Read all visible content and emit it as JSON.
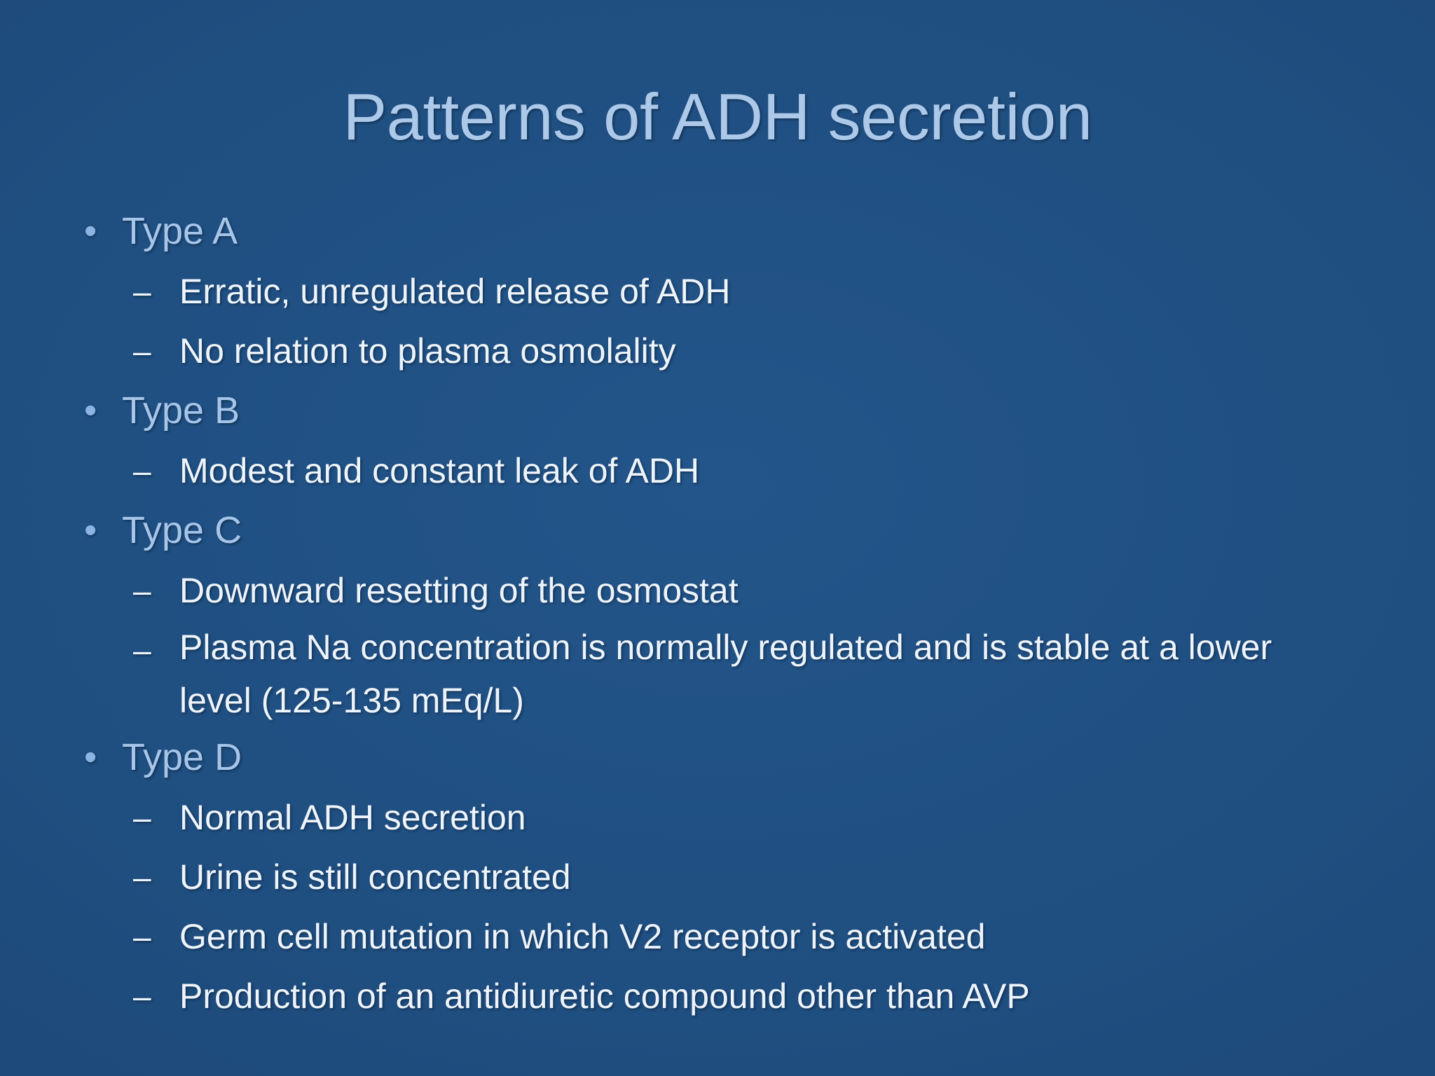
{
  "slide": {
    "title": "Patterns of ADH secretion",
    "background_color": "#1f4e80",
    "title_color": "#adc9ea",
    "level1_color": "#a6c5e9",
    "level2_color": "#eef4fb",
    "bullet_glyph": "•",
    "dash_glyph": "–",
    "groups": [
      {
        "label": "Type A",
        "items": [
          "Erratic, unregulated release of ADH",
          "No relation to plasma osmolality"
        ]
      },
      {
        "label": "Type B",
        "items": [
          "Modest and constant leak of ADH"
        ]
      },
      {
        "label": "Type C",
        "items": [
          "Downward resetting of the osmostat",
          "Plasma Na concentration is normally regulated and is stable at a lower level (125-135 mEq/L)"
        ]
      },
      {
        "label": "Type D",
        "items": [
          "Normal ADH secretion",
          "Urine is still concentrated",
          "Germ cell mutation in which V2 receptor is activated",
          "Production of an antidiuretic compound other than AVP"
        ]
      }
    ]
  }
}
